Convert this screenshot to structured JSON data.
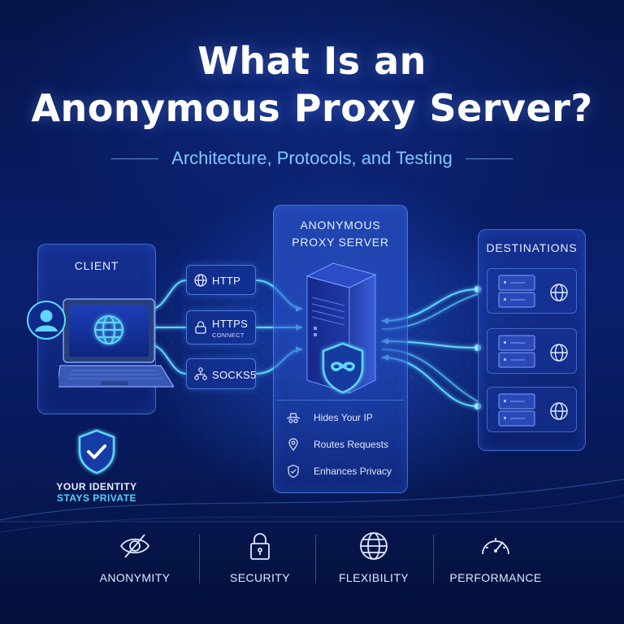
{
  "header": {
    "title_line1": "What Is an",
    "title_line2": "Anonymous Proxy Server?",
    "subtitle": "Architecture, Protocols, and Testing"
  },
  "client": {
    "title": "CLIENT"
  },
  "protocols": [
    {
      "label": "HTTP",
      "sublabel": "",
      "icon": "globe-icon"
    },
    {
      "label": "HTTPS",
      "sublabel": "CONNECT",
      "icon": "lock-icon"
    },
    {
      "label": "SOCKS5",
      "sublabel": "",
      "icon": "network-icon"
    }
  ],
  "proxy": {
    "title_line1": "ANONYMOUS",
    "title_line2": "PROXY SERVER",
    "features": [
      {
        "label": "Hides Your IP",
        "icon": "spy-hat-icon"
      },
      {
        "label": "Routes Requests",
        "icon": "location-pin-icon"
      },
      {
        "label": "Enhances Privacy",
        "icon": "shield-check-icon"
      }
    ]
  },
  "destinations": {
    "title": "DESTINATIONS"
  },
  "identity": {
    "line1": "YOUR IDENTITY",
    "line2": "STAYS PRIVATE"
  },
  "bottom": [
    {
      "label": "ANONYMITY",
      "icon": "eye-slash-icon"
    },
    {
      "label": "SECURITY",
      "icon": "padlock-icon"
    },
    {
      "label": "FLEXIBILITY",
      "icon": "globe-icon"
    },
    {
      "label": "PERFORMANCE",
      "icon": "speedometer-icon"
    }
  ],
  "colors": {
    "background": "#0a1f6e",
    "accent": "#4fd4ff",
    "subtitle": "#7fc8ff",
    "panel_border": "#6ea0ff"
  }
}
